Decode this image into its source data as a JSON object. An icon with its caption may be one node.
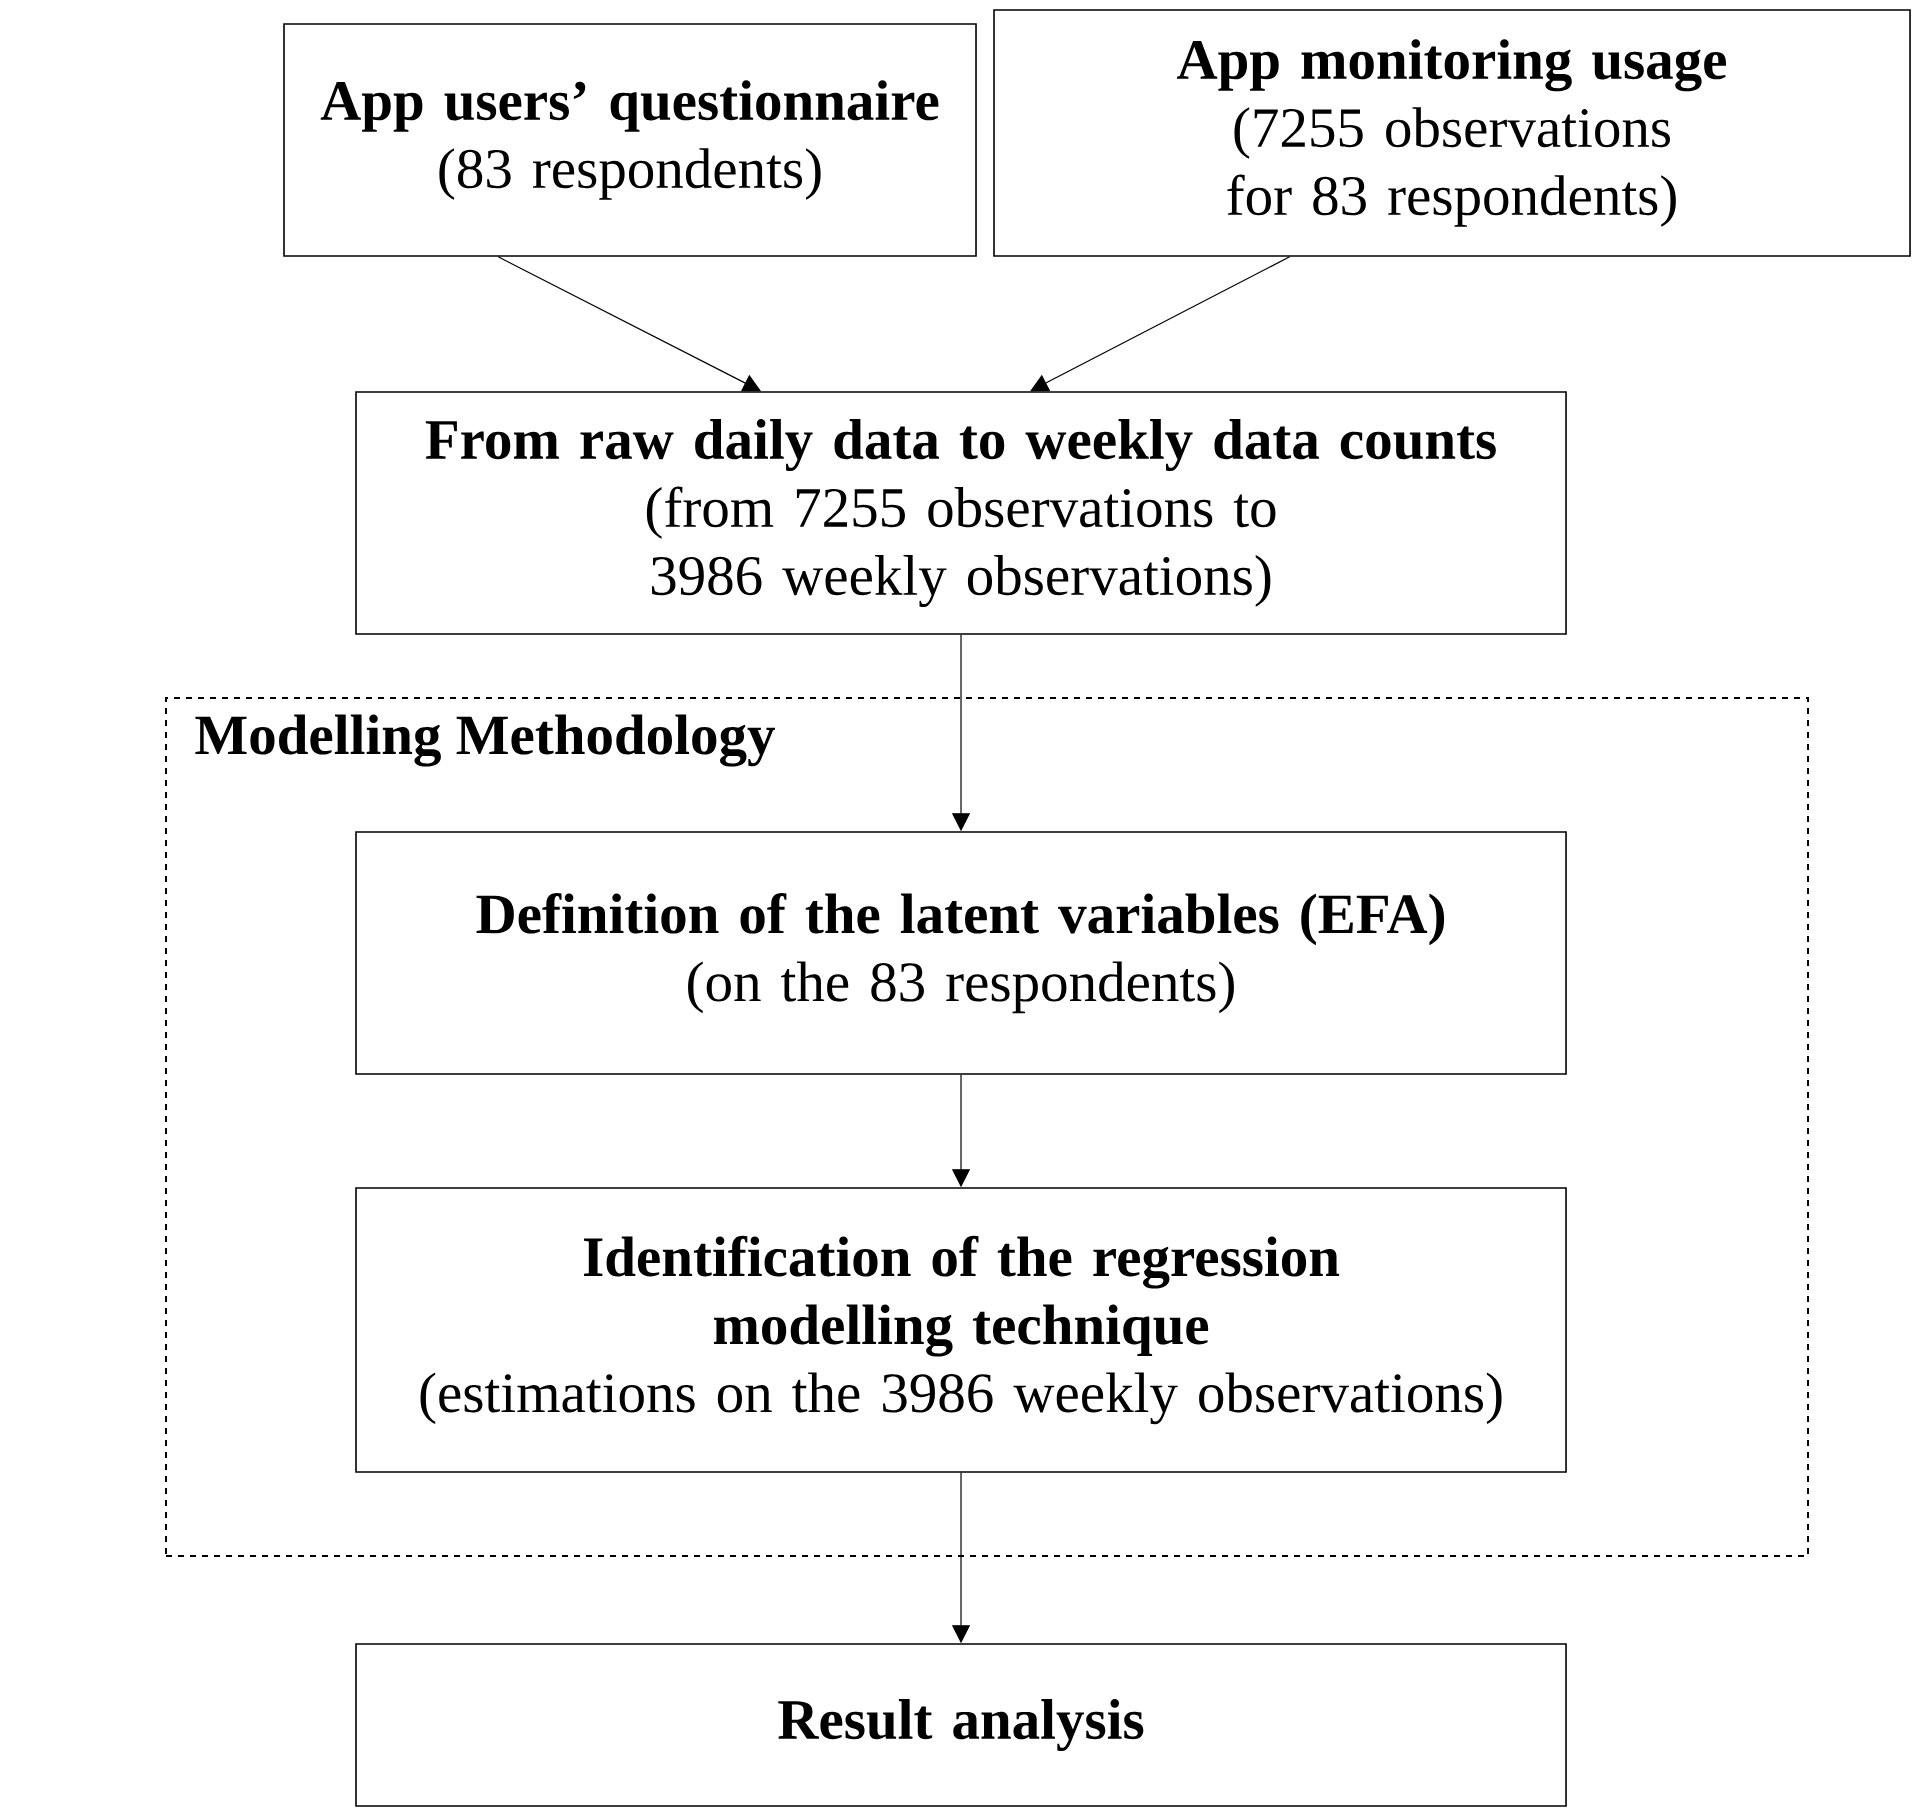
{
  "diagram": {
    "nodes": [
      {
        "text": [
          "App users’ questionnaire",
          "(83 respondents)"
        ]
      },
      {
        "text": [
          "App monitoring usage",
          "(7255 observations for 83 respondents)"
        ]
      },
      {
        "text": [
          "From raw daily data to weekly data counts",
          "(from 7255 observations to 3986 weekly observations)"
        ]
      },
      {
        "text": [
          "Modelling Methodology"
        ]
      },
      {
        "text": [
          "Definition of the latent variables (EFA)",
          "(on the 83 respondents)"
        ],
        "in": 3
      },
      {
        "text": [
          "Identification of the regression modelling technique",
          "(estimations on the 3986 weekly observations)"
        ],
        "in": 3
      },
      {
        "text": [
          "Result analysis"
        ]
      }
    ],
    "edges": [
      {
        "from": 0,
        "to": 2,
        "arrow": "to"
      },
      {
        "from": 1,
        "to": 2,
        "arrow": "to"
      },
      {
        "from": 2,
        "to": 4,
        "arrow": "to"
      },
      {
        "from": 4,
        "to": 5,
        "arrow": "to"
      },
      {
        "from": 5,
        "to": 6,
        "arrow": "to"
      }
    ]
  }
}
